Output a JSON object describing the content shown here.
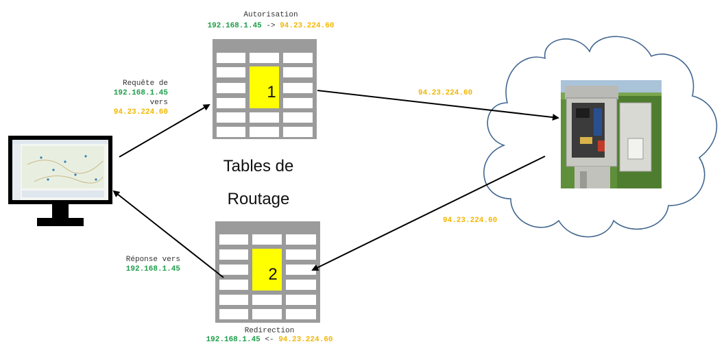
{
  "colors": {
    "local_ip": "#1f9e4a",
    "remote_ip": "#f2b705",
    "table_body": "#9b9b9b",
    "table_highlight": "#ffff00",
    "cloud_stroke": "#41668f"
  },
  "top_table": {
    "caption": "Autorisation",
    "src_ip": "192.168.1.45",
    "arrow": "->",
    "dst_ip": "94.23.224.60",
    "step": "1"
  },
  "bottom_table": {
    "caption": "Redirection",
    "src_ip": "192.168.1.45",
    "arrow": "<-",
    "dst_ip": "94.23.224.60",
    "step": "2"
  },
  "center_title": {
    "line1": "Tables de",
    "line2": "Routage"
  },
  "request_label": {
    "line1": "Requête de",
    "src_ip": "192.168.1.45",
    "line3": "vers",
    "dst_ip": "94.23.224.60"
  },
  "response_label": {
    "line1": "Réponse vers",
    "ip": "192.168.1.45"
  },
  "link_top_ip": "94.23.224.60",
  "link_bottom_ip": "94.23.224.60",
  "icons": {
    "monitor": "monitor-icon",
    "cloud": "cloud-icon",
    "device": "roadside-cabinet-photo"
  }
}
